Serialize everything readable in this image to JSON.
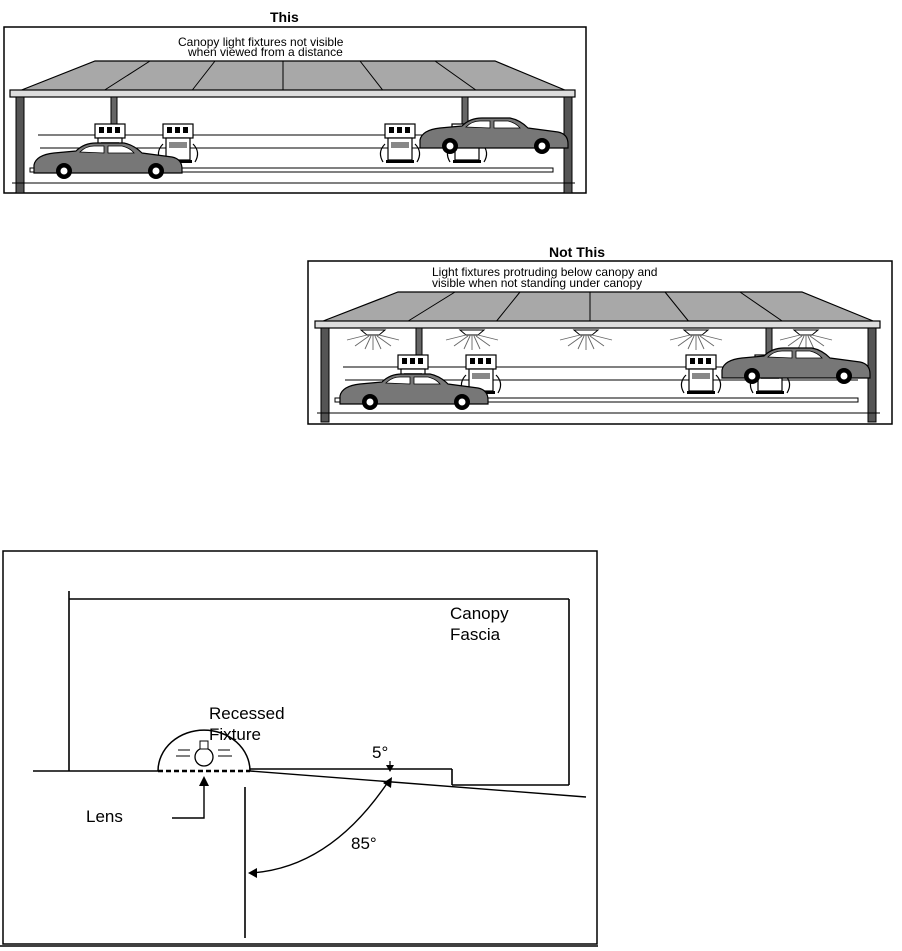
{
  "this_panel": {
    "title": "This",
    "caption_line1": "Canopy light fixtures not visible",
    "caption_line2": "when viewed from a distance"
  },
  "not_this_panel": {
    "title": "Not This",
    "caption_line1": "Light fixtures protruding below canopy and",
    "caption_line2": "visible when not standing under canopy"
  },
  "detail_panel": {
    "canopy_line1": "Canopy",
    "canopy_line2": "Fascia",
    "fixture_line1": "Recessed",
    "fixture_line2": "Fixture",
    "lens_label": "Lens",
    "angle_small": "5°",
    "angle_large": "85°"
  }
}
